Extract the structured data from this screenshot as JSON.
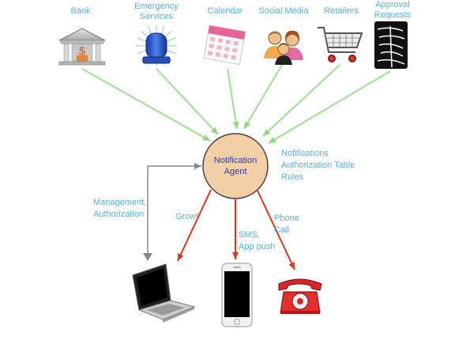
{
  "sources": [
    {
      "label": "Bank",
      "icon": "bank-icon"
    },
    {
      "label": "Emergency",
      "label2": "Services",
      "icon": "emergency-light-icon"
    },
    {
      "label": "Calendar",
      "icon": "calendar-icon"
    },
    {
      "label": "Social Media",
      "icon": "social-media-people-icon"
    },
    {
      "label": "Retailers",
      "icon": "shopping-cart-icon"
    },
    {
      "label": "Approval",
      "label2": "Requests",
      "icon": "handshake-icon"
    }
  ],
  "agent": {
    "line1": "Notification",
    "line2": "Agent"
  },
  "agent_notes": [
    "Notifications",
    "Authorization Table",
    "Rules"
  ],
  "management": {
    "line1": "Management,",
    "line2": "Authorization"
  },
  "outputs": [
    {
      "label": "Growl",
      "icon": "laptop-icon"
    },
    {
      "label": "SMS,",
      "label2": "App push",
      "icon": "smartphone-icon"
    },
    {
      "label": "Phone",
      "label2": "Call",
      "icon": "red-telephone-icon"
    }
  ],
  "colors": {
    "label": "#5aaee0",
    "agent_fill": "#f2cfa6",
    "agent_text": "#2d3f9e",
    "input_arrow": "#9be08e",
    "output_arrow": "#d9381e",
    "feedback_arrow": "#999999"
  }
}
